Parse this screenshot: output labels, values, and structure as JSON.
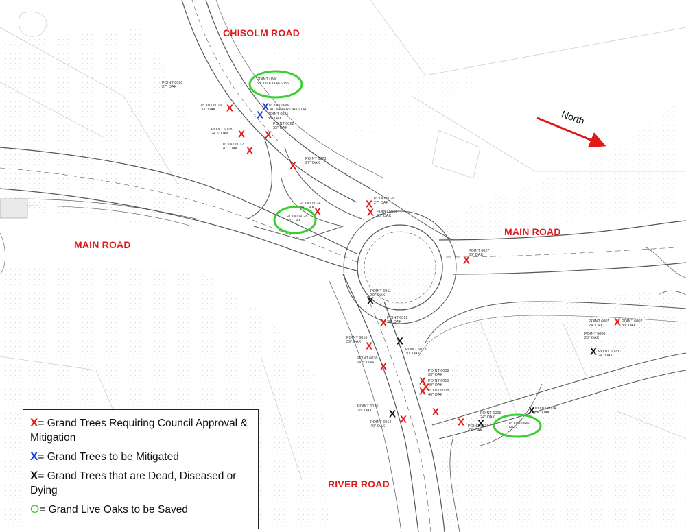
{
  "roads": {
    "chisolm": "CHISOLM ROAD",
    "main_left": "MAIN ROAD",
    "main_right": "MAIN ROAD",
    "river": "RIVER ROAD"
  },
  "north": {
    "label": "North"
  },
  "colors": {
    "red": "#e01818",
    "blue": "#1a3cd6",
    "black": "#111111",
    "green": "#38d030"
  },
  "points": [
    {
      "id": "6035",
      "l1": "POINT UNK",
      "l2": "50\" LIVE OAK6035"
    },
    {
      "id": "6034",
      "l1": "POINT UNK",
      "l2": "30\" WATER OAK6034"
    },
    {
      "id": "6020",
      "l1": "POINT 6020",
      "l2": "37\" OAK"
    },
    {
      "id": "6019",
      "l1": "POINT 6019",
      "l2": "33\" OAK"
    },
    {
      "id": "6021",
      "l1": "POINT 6021",
      "l2": "33\" OAK"
    },
    {
      "id": "6022",
      "l1": "POINT 6022",
      "l2": "33\" OAK"
    },
    {
      "id": "6018",
      "l1": "POINT 6018",
      "l2": "24.5\" OAK"
    },
    {
      "id": "6017",
      "l1": "POINT 6017",
      "l2": "47\" OAK"
    },
    {
      "id": "6023",
      "l1": "POINT 6023",
      "l2": "27\" OAK"
    },
    {
      "id": "6024",
      "l1": "POINT 6024",
      "l2": "38\" OAK"
    },
    {
      "id": "6028",
      "l1": "POINT 6028",
      "l2": "58\" OAK"
    },
    {
      "id": "6026",
      "l1": "POINT 6026",
      "l2": "27\" OAK"
    },
    {
      "id": "6025",
      "l1": "POINT 6025",
      "l2": "30\" OAK"
    },
    {
      "id": "6027",
      "l1": "POINT 6027",
      "l2": "36\" OAK"
    },
    {
      "id": "6011",
      "l1": "POINT 6011",
      "l2": "30\" OAK"
    },
    {
      "id": "6012",
      "l1": "POINT 6012",
      "l2": "30\" OAK"
    },
    {
      "id": "6016",
      "l1": "POINT 6016",
      "l2": "39\" OAK"
    },
    {
      "id": "6013",
      "l1": "POINT 6013",
      "l2": "30\" OAK"
    },
    {
      "id": "6036",
      "l1": "POINT 6036",
      "l2": "24.5\" OAK"
    },
    {
      "id": "6009",
      "l1": "POINT 6009",
      "l2": "33\" OAK"
    },
    {
      "id": "6010",
      "l1": "POINT 6010",
      "l2": "40\" OAK"
    },
    {
      "id": "6008",
      "l1": "POINT 6008",
      "l2": "40\" OAK"
    },
    {
      "id": "6007",
      "l1": "POINT 6007",
      "l2": "24\" OAK"
    },
    {
      "id": "6002",
      "l1": "POINT 6002",
      "l2": "33\" OAK"
    },
    {
      "id": "6006",
      "l1": "POINT 6006",
      "l2": "25\" OAK"
    },
    {
      "id": "6003",
      "l1": "POINT 6003",
      "l2": "24\" OAK"
    },
    {
      "id": "6015",
      "l1": "POINT 6015",
      "l2": "25\" OAK"
    },
    {
      "id": "6014",
      "l1": "POINT 6014",
      "l2": "40\" OAK"
    },
    {
      "id": "6005",
      "l1": "POINT 6005",
      "l2": "24\" OAK"
    },
    {
      "id": "6004",
      "l1": "POINT 6004",
      "l2": "24\" OAK"
    },
    {
      "id": "6032",
      "l1": "POINT UNK",
      "l2": "6032"
    },
    {
      "id": "6036b",
      "l1": "POINT 6036",
      "l2": "42\" OAK"
    }
  ],
  "markers": [
    {
      "sym": "X",
      "color": "red"
    },
    {
      "sym": "X",
      "color": "blue"
    },
    {
      "sym": "X",
      "color": "black"
    }
  ],
  "legend": {
    "red_sym": "X",
    "red_text": "= Grand Trees Requiring Council Approval & Mitigation",
    "blue_sym": "X",
    "blue_text": "= Grand Trees to be Mitigated",
    "black_sym": "X",
    "black_text": "= Grand Trees that are Dead, Diseased or Dying",
    "green_sym": "O",
    "green_text": "= Grand Live Oaks to be Saved"
  }
}
